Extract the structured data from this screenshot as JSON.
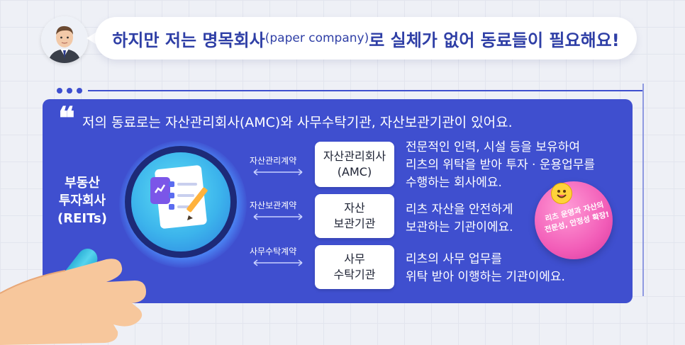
{
  "top_bubble": {
    "text_before": "하지만 저는 명목회사",
    "text_paren": "(paper company)",
    "text_after": "로 실체가 없어 동료들이 필요해요!"
  },
  "panel": {
    "headline": "저의 동료로는 자산관리회사(AMC)와 사무수탁기관, 자산보관기관이 있어요.",
    "reits": {
      "line1": "부동산",
      "line2": "투자회사",
      "line3": "(REITs)"
    },
    "rows": [
      {
        "arrow_label": "자산관리계약",
        "box_line1": "자산관리회사",
        "box_line2": "(AMC)",
        "desc_line1": "전문적인 인력, 시설 등을 보유하여",
        "desc_line2": "리츠의 위탁을 받아 투자 · 운용업무를",
        "desc_line3": "수행하는 회사에요."
      },
      {
        "arrow_label": "자산보관계약",
        "box_line1": "자산",
        "box_line2": "보관기관",
        "desc_line1": "리츠 자산을 안전하게",
        "desc_line2": "보관하는 기관이에요."
      },
      {
        "arrow_label": "사무수탁계약",
        "box_line1": "사무",
        "box_line2": "수탁기관",
        "desc_line1": "리츠의 사무 업무를",
        "desc_line2": "위탁 받아 이행하는 기관이에요."
      }
    ],
    "badge": {
      "line1": "리츠 운영과 자산의",
      "line2": "전문성, 안정성 확장!"
    }
  },
  "icons": [
    "avatar-icon",
    "quote-icon",
    "magnifier-icon",
    "document-checklist-icon",
    "pencil-icon",
    "hand-icon",
    "smiley-icon"
  ],
  "colors": {
    "panel": "#3f4fcf",
    "bubble_text": "#2f3fa6",
    "badge": "#f25db8"
  }
}
